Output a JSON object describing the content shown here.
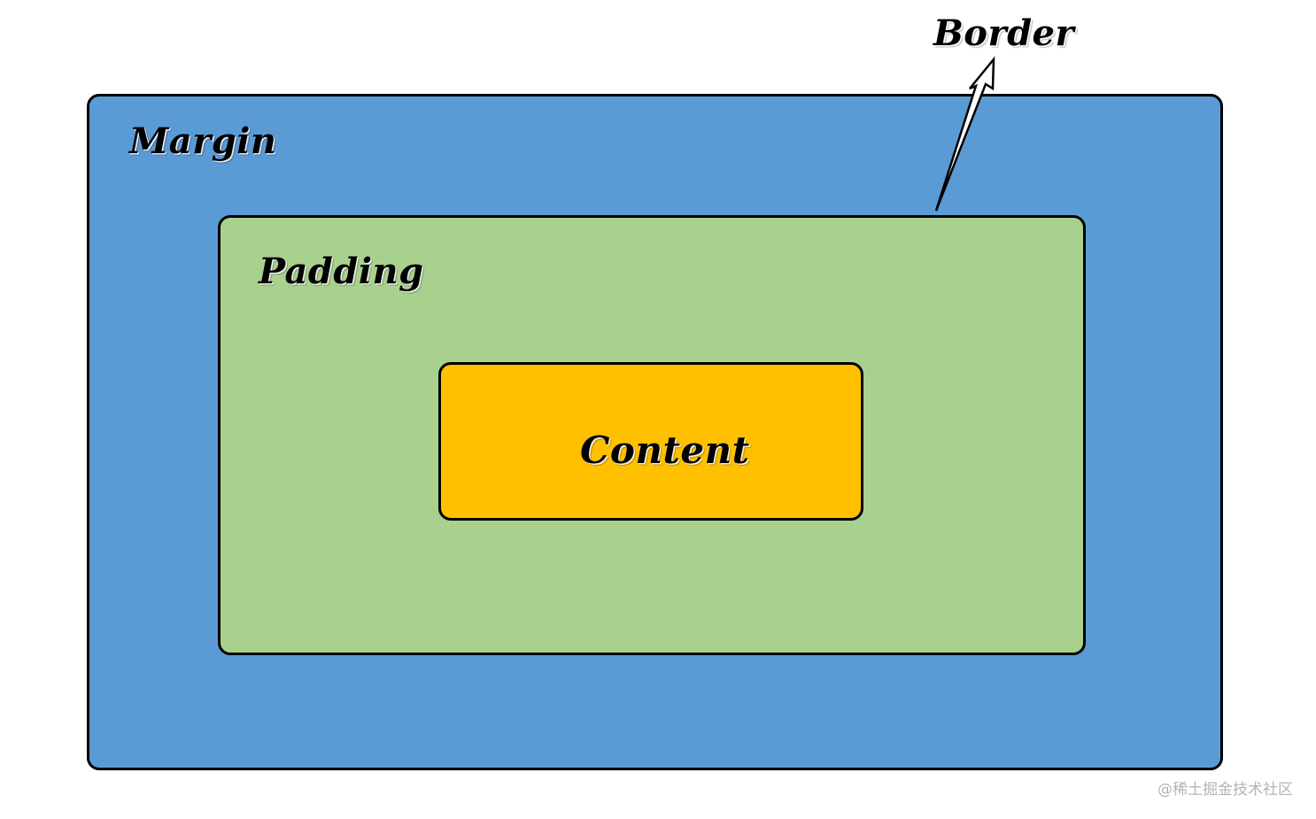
{
  "diagram": {
    "margin_label": "Margin",
    "padding_label": "Padding",
    "content_label": "Content",
    "border_label": "Border"
  },
  "watermark": "@稀土掘金技术社区",
  "colors": {
    "margin": "#5b9bd5",
    "padding": "#a9d18e",
    "content": "#ffc000",
    "border": "#000000"
  }
}
